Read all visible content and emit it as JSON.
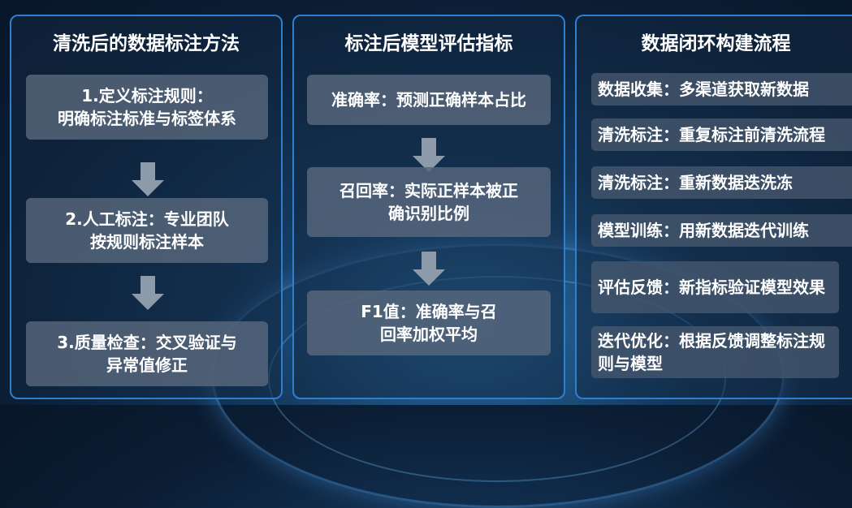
{
  "panels": {
    "cleaning": {
      "title": "清洗后的数据标注方法",
      "steps": [
        {
          "line1": "1.定义标注规则：",
          "line2": "明确标注标准与标签体系"
        },
        {
          "line1": "2.人工标注：专业团队",
          "line2": "按规则标注样本"
        },
        {
          "line1": "3.质量检查：交叉验证与",
          "line2": "异常值修正"
        }
      ]
    },
    "metrics": {
      "title": "标注后模型评估指标",
      "steps": [
        {
          "line1": "准确率：预测正确样本占比",
          "line2": ""
        },
        {
          "line1": "召回率：实际正样本被正",
          "line2": "确识别比例"
        },
        {
          "line1": "F1值：准确率与召",
          "line2": "回率加权平均"
        }
      ]
    },
    "loop": {
      "title": "数据闭环构建流程",
      "items": [
        "数据收集：多渠道获取新数据",
        "清洗标注：重复标注前清洗流程",
        "清洗标注：重新数据迭洗冻",
        "模型训练：用新数据迭代训练",
        "评估反馈：新指标验证模型效果",
        "迭代优化：根据反馈调整标注规则与模型"
      ]
    }
  }
}
